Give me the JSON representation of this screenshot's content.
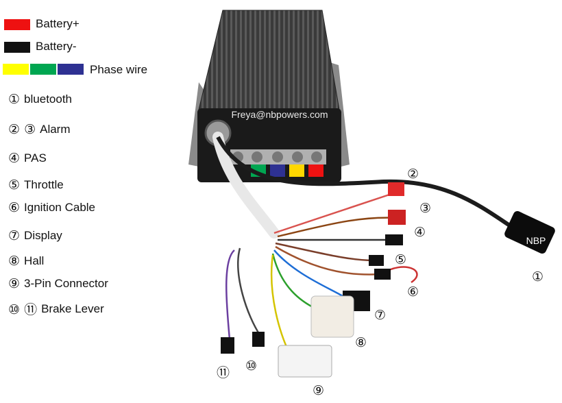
{
  "legend": {
    "battery_plus": {
      "label": "Battery+",
      "color": "#ee1111"
    },
    "battery_minus": {
      "label": "Battery-",
      "color": "#111111"
    },
    "phase_wire": {
      "label": "Phase wire",
      "colors": [
        "#ffff00",
        "#00a651",
        "#2e3192"
      ]
    }
  },
  "keys": [
    {
      "nums": "①",
      "label": "bluetooth"
    },
    {
      "nums": "② ③",
      "label": "Alarm"
    },
    {
      "nums": "④",
      "label": "PAS"
    },
    {
      "nums": "⑤",
      "label": "Throttle"
    },
    {
      "nums": "⑥",
      "label": "Ignition Cable"
    },
    {
      "nums": "⑦",
      "label": "Display"
    },
    {
      "nums": "⑧",
      "label": "Hall"
    },
    {
      "nums": "⑨",
      "label": "3-Pin Connector"
    },
    {
      "nums": "⑩ ⑪",
      "label": "Brake Lever"
    }
  ],
  "photo": {
    "watermark": "Freya@nbpowers.com",
    "usb_label": "NBP",
    "callouts": [
      "①",
      "②",
      "③",
      "④",
      "⑤",
      "⑥",
      "⑦",
      "⑧",
      "⑨",
      "⑩",
      "⑪"
    ],
    "terminal_colors": [
      "#00a651",
      "#2e3192",
      "#ffd700",
      "#ee1111"
    ]
  }
}
